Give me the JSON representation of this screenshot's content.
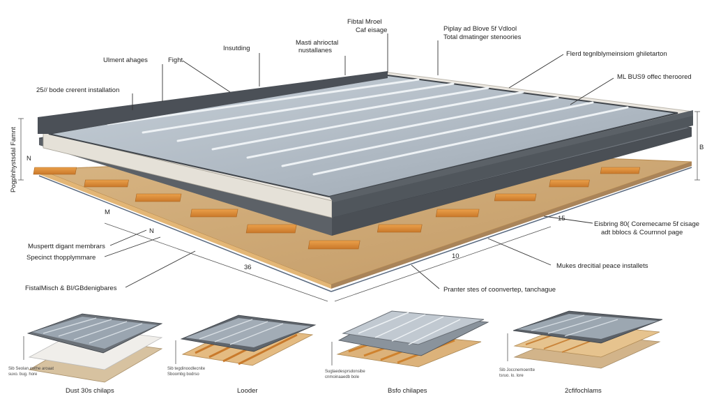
{
  "colors": {
    "panel_top": "#b9c3cc",
    "panel_frame": "#4a4f55",
    "rib": "#dfe5ea",
    "insulation": "#e9e6df",
    "membrane": "#6e747a",
    "batten": "#d9892e",
    "deck": "#c9a878",
    "deck_edge": "#e0b070"
  },
  "main": {
    "labels": {
      "fibral_model_1": "Fibtal Mroel",
      "fibral_model_2": "Caf eisage",
      "playback_1": "Piplay ad Blove 5f Vdlool",
      "playback_2": "Total dmatinger stenoories",
      "masti_1": "Masti ahrioctal",
      "masti_2": "nustallanes",
      "installing": "Insutding",
      "ulment": "Ulment ahages",
      "fight": "Fight",
      "fierd": "Flerd tegnlblymeinsiom ghiletarton",
      "ml_bus": "ML BUS9 offec theroored",
      "installation_25": "25// bode crerent installation",
      "side_vertical": "Pogplnhystsdal Famnt",
      "dim_n_left": "N",
      "dim_b_right": "B",
      "mm_left": "M",
      "n_mid": "N",
      "dim_36": "36",
      "dim_10": "10",
      "dim_15": "15",
      "muspert": "Muspertt digant membrars",
      "specinct": "Specinct thopplymmare",
      "fistal": "FistalMisch & BI/GBdenigbares",
      "eisbring_1": "Eisbring 80( Coremecame 5f cisage",
      "eisbring_2": "adt bblocs & Cournnol page",
      "mukes": "Mukes drecitial peace installets",
      "pranter": "Pranter stes of coonvertep, tanchague"
    }
  },
  "thumbnails": [
    {
      "caption": "Dust 30s chilaps",
      "small_1": "Sib Seolan cwthe aroaat",
      "small_2": "suxo. bug. hore"
    },
    {
      "caption": "Looder",
      "small_1": "Sib tegdinoodlecnite",
      "small_2": "Sboombg bodrso"
    },
    {
      "caption": "Bsfo chilapes",
      "small_1": "Suglaedesprsdonsibe",
      "small_2": "cnmoinaaedb bole"
    },
    {
      "caption": "2cfifochlams",
      "small_1": "Sib Joccnemoentte",
      "small_2": "tsruo. lo. lore"
    }
  ]
}
